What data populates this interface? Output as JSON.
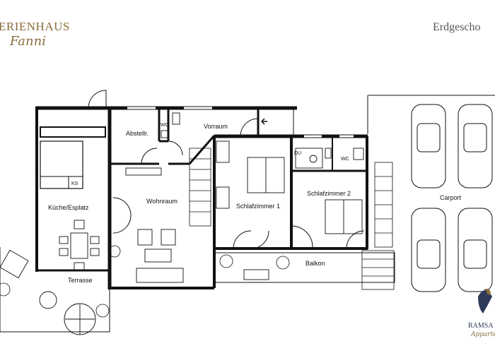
{
  "header": {
    "brand_line1": "ERIENHAUS",
    "brand_line2": "Fanni",
    "floor_title": "Erdgescho"
  },
  "rooms": {
    "abstellr": "Abstellr.",
    "wc1": "WC",
    "vorraum": "Vorraum",
    "kueche": "Küche/Esplatz",
    "ks": "KS",
    "wohnraum": "Wohnraum",
    "schlafzimmer1": "Schlafzimmer 1",
    "du": "DU",
    "wc2": "WC",
    "schlafzimmer2": "Schlafzimmer 2",
    "carport": "Carport",
    "balkon": "Balkon",
    "terrasse": "Terrasse"
  },
  "footer": {
    "logo_line1": "RAMSA",
    "logo_line2": "Appartemen"
  },
  "colors": {
    "brand": "#8a6d3b",
    "wall": "#111111",
    "logo_navy": "#2d3a5a"
  }
}
